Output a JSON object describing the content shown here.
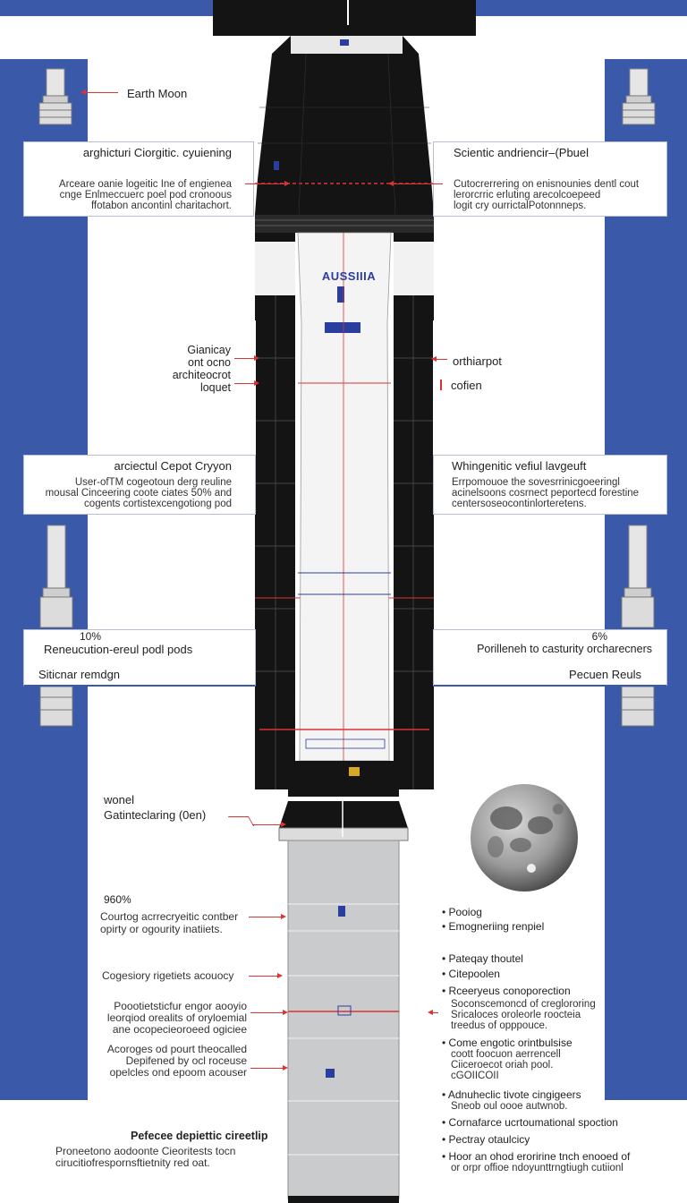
{
  "colors": {
    "blue": "#3a59a8",
    "black": "#141414",
    "accent": "#d33030",
    "stage": "#c9cbcd"
  },
  "rocket": {
    "name": "AUSSIIIA"
  },
  "top": {
    "label": "Earth Moon"
  },
  "panel_left_1": {
    "title": "arghicturi Ciorgitic. cyuiening",
    "lines": [
      "Arceare oanie logeitic  Ine of engienea",
      "cnge Enlmeccuerc poel pod cronoous",
      "ffotabon ancontinl charitachort."
    ]
  },
  "panel_right_1": {
    "title": "Scientic andriencir–(Pbuel",
    "lines": [
      "Cutocrerrering on enisnounies dentl cout",
      "lerorcrric erluting arecolcoepeed",
      "logit cry ourrictalPotonnneps."
    ]
  },
  "mid": {
    "left_lines": [
      "Gianicay",
      "ont  ocno",
      "architeocrot",
      "loquet"
    ],
    "right_1": "orthiarpot",
    "right_2": "cofien"
  },
  "panel_left_2": {
    "title": "arciectul Cepot Cryyon",
    "lines": [
      "User-ofTM cogeotoun derg reuline",
      "mousal Cinceering coote ciates  50% and",
      "cogents cortistexcengotiong pod"
    ]
  },
  "panel_right_2": {
    "title": "Whingenitic vefiul lavgeuft",
    "lines": [
      "Errpomouoe the sovesrrinicgoeeringl",
      "acinelsoons cosrnect peportecd forestine",
      "centersoseocontinlorteretens."
    ]
  },
  "panel_left_3": {
    "pct": "10%",
    "title": "Reneucution-ereul podl pods",
    "sub": "Siticnar remdgn"
  },
  "panel_right_3": {
    "pct": "6%",
    "title": "Porilleneh to casturity orcharecners",
    "sub": "Pecuen Reuls"
  },
  "lower_left": {
    "heading_1": "wonel",
    "heading_2": "Gatinteclaring (0en)",
    "pct": "960%",
    "a_lines": [
      "Courtog acrrecryeitic contber",
      "opirty or ogourity inatiiets."
    ],
    "b": "Cogesiory rigetiets acouocy",
    "c_lines": [
      "Poootietsticfur engor aooyio",
      "leorqiod orealits of oryloemial",
      "ane ocopecieoroeed ogiciee"
    ],
    "d_lines": [
      "Acoroges od pourt theocalled",
      "Depifened by ocl roceuse",
      "opelcles ond epoom acouser"
    ],
    "e_title": "Pefecee depiettic cireetlip",
    "e_lines": [
      "Proneetono aodoonte Cieoritests tocn",
      "cirucitiofrespornsftietnity red oat."
    ]
  },
  "lower_right": {
    "items": [
      "Pooiog",
      "Emogneriing renpiel",
      "Pateqay thoutel",
      "Citepoolen",
      "Rceeryeus conoporection",
      "Come engotic orintbulsise",
      "Adnuheclic tivote cingigeers",
      "Cornafarce ucrtoumational spoction",
      "Pectray otaulcicy",
      "Hoor an ohod eroririne tnch enooed of"
    ],
    "sub_5": [
      "Soconscemoncd of creglororing",
      "Sricaloces oroleorle roocteia",
      "treedus of opppouce."
    ],
    "sub_6": [
      "coott foocuon aerrencell",
      "Ciiceroecot oriah pool.",
      "cGOIICOII"
    ],
    "sub_7": [
      "Sneob oul oooe autwnob."
    ],
    "sub_10": [
      "or orpr offioe ndoyunttrngtiugh cutiionl"
    ]
  }
}
